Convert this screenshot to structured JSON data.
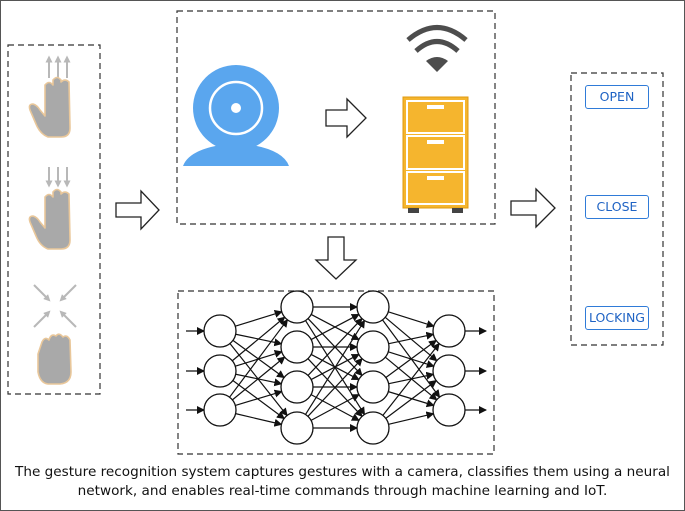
{
  "commands": {
    "open": "OPEN",
    "close": "CLOSE",
    "locking": "LOCKING"
  },
  "caption": {
    "line1": "The gesture recognition system captures gestures with a camera, classifies them using a neural",
    "line2": "network, and enables real-time commands through machine learning and IoT."
  },
  "colors": {
    "camera_blue": "#5aa6ee",
    "cabinet_orange": "#f5b52e",
    "hand_gray": "#a9a9a9",
    "hand_outline": "#e9c79a",
    "button_blue": "#2f7bd8"
  },
  "icons": [
    "swipe-up-hand-icon",
    "swipe-down-hand-icon",
    "pinch-hand-icon",
    "webcam-icon",
    "wifi-icon",
    "cabinet-icon",
    "neural-network-icon",
    "arrow-right-icon",
    "arrow-down-icon"
  ]
}
